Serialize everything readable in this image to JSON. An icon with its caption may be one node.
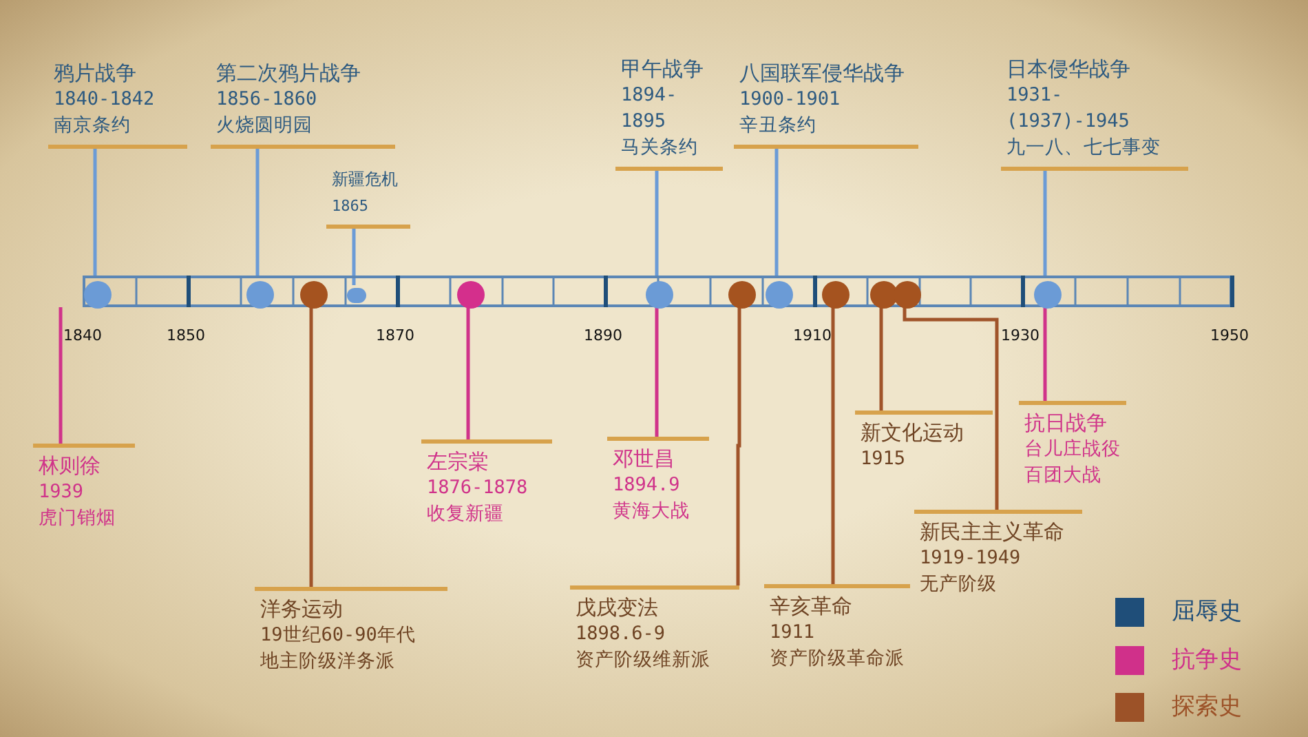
{
  "diagram": {
    "nodes": [
      {
        "text": [],
        "shape": "bar"
      },
      {
        "text": [],
        "shape": "circle",
        "in": 0
      },
      {
        "text": [],
        "shape": "circle",
        "in": 0
      },
      {
        "text": [],
        "shape": "circle",
        "in": 0
      },
      {
        "text": [],
        "shape": "circle",
        "in": 0
      },
      {
        "text": [],
        "shape": "circle",
        "in": 0
      },
      {
        "text": [],
        "shape": "circle",
        "in": 0
      },
      {
        "text": [],
        "shape": "circle",
        "in": 0
      },
      {
        "text": [],
        "shape": "circle",
        "in": 0
      },
      {
        "text": [],
        "shape": "circle",
        "in": 0
      },
      {
        "text": [],
        "shape": "circle",
        "in": 0
      },
      {
        "text": [],
        "shape": "circle",
        "in": 0
      },
      {
        "text": [],
        "shape": "circle",
        "in": 0
      },
      {
        "text": [
          "鸦片战争",
          "1840-1842",
          "南京条约"
        ]
      },
      {
        "text": [
          "第二次鸦片战争",
          "1856-1860",
          "火烧圆明园"
        ]
      },
      {
        "text": [
          "新疆危机",
          "1865"
        ]
      },
      {
        "text": [
          "甲午战争",
          "1894-1895",
          "马关条约"
        ]
      },
      {
        "text": [
          "八国联军侵华战争",
          "1900-1901",
          "辛丑条约"
        ]
      },
      {
        "text": [
          "日本侵华战争",
          "1931-(1937)-1945",
          "九一八、七七事变"
        ]
      },
      {
        "text": [
          "林则徐",
          "1939",
          "虎门销烟"
        ]
      },
      {
        "text": [
          "洋务运动",
          "19世纪60-90年代",
          "地主阶级洋务派"
        ]
      },
      {
        "text": [
          "左宗棠",
          "1876-1878",
          "收复新疆"
        ]
      },
      {
        "text": [
          "邓世昌",
          "1894.9",
          "黄海大战"
        ]
      },
      {
        "text": [
          "戊戌变法",
          "1898.6-9",
          "资产阶级维新派"
        ]
      },
      {
        "text": [
          "辛亥革命",
          "1911",
          "资产阶级革命派"
        ]
      },
      {
        "text": [
          "新文化运动",
          "1915"
        ]
      },
      {
        "text": [
          "新民主主义革命",
          "1919-1949",
          "无产阶级"
        ]
      },
      {
        "text": [
          "抗日战争",
          "台儿庄战役",
          "百团大战"
        ]
      }
    ],
    "edges": [
      {
        "from": 13,
        "to": 1,
        "arrow": "none"
      },
      {
        "from": 14,
        "to": 2,
        "arrow": "none"
      },
      {
        "from": 15,
        "to": 4,
        "arrow": "none"
      },
      {
        "from": 16,
        "to": 6,
        "arrow": "none"
      },
      {
        "from": 17,
        "to": 8,
        "arrow": "none"
      },
      {
        "from": 18,
        "to": 12,
        "arrow": "none"
      },
      {
        "from": 0,
        "to": 19,
        "arrow": "none",
        "color": "#d0338a"
      },
      {
        "from": 3,
        "to": 20,
        "arrow": "none",
        "color": "#a0542a"
      },
      {
        "from": 5,
        "to": 21,
        "arrow": "none",
        "color": "#d0338a"
      },
      {
        "from": 6,
        "to": 22,
        "arrow": "none",
        "color": "#d0338a"
      },
      {
        "from": 7,
        "to": 23,
        "arrow": "none",
        "color": "#a0542a"
      },
      {
        "from": 9,
        "to": 24,
        "arrow": "none",
        "color": "#a0542a"
      },
      {
        "from": 10,
        "to": 25,
        "arrow": "none",
        "color": "#a0542a"
      },
      {
        "from": 11,
        "to": 26,
        "arrow": "none",
        "color": "#a0542a"
      },
      {
        "from": 12,
        "to": 27,
        "arrow": "none",
        "color": "#d0338a"
      }
    ],
    "labels": [
      "1840",
      "1850",
      "1870",
      "1890",
      "1910",
      "1930",
      "1950"
    ],
    "legend": [
      {
        "text": "屈辱史",
        "color": "#1f4e79"
      },
      {
        "text": "抗争史",
        "color": "#d0308a"
      },
      {
        "text": "探索史",
        "color": "#9c5228"
      }
    ]
  }
}
